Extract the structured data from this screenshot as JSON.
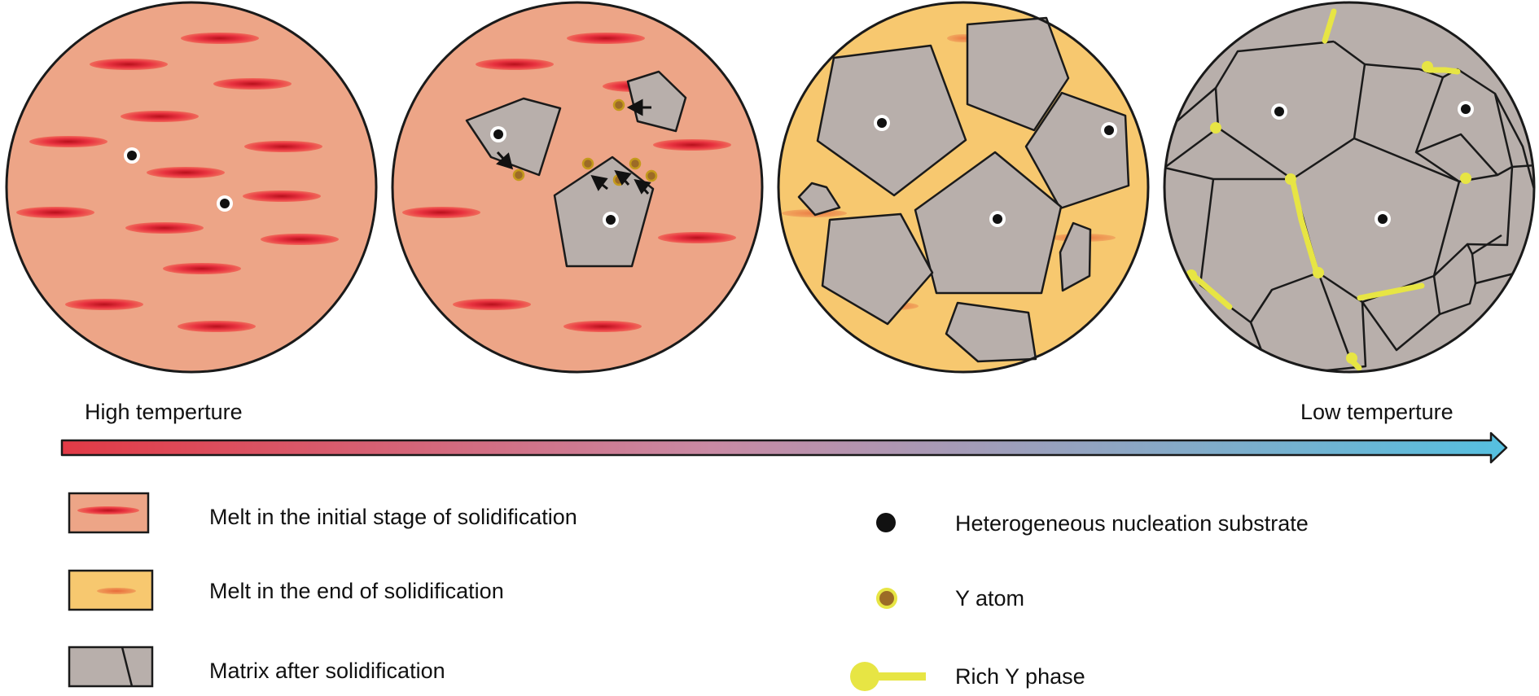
{
  "axis": {
    "start_label": "High temperture",
    "end_label": "Low temperture",
    "gradient_start_color": "#e23a46",
    "gradient_end_color": "#55c0e0"
  },
  "colors": {
    "melt_initial": "#eda587",
    "melt_end": "#f7c86f",
    "melt_streak": "#e8323f",
    "grain": "#b8afab",
    "nucleus": "#111111",
    "y_atom_ring": "#c49a1c",
    "y_atom_core": "#9c6b26",
    "rich_y_phase": "#e7e544"
  },
  "stages": [
    {
      "name": "initial-melt",
      "background": "melt_initial"
    },
    {
      "name": "nucleation-and-growth",
      "background": "melt_initial"
    },
    {
      "name": "end-of-solidification",
      "background": "melt_end"
    },
    {
      "name": "fully-solidified",
      "background": "grain"
    }
  ],
  "legend": [
    {
      "icon": "melt-initial-swatch",
      "label": "Melt in the initial stage of solidification"
    },
    {
      "icon": "melt-end-swatch",
      "label": "Melt in the end of solidification"
    },
    {
      "icon": "matrix-swatch",
      "label": "Matrix after solidification"
    },
    {
      "icon": "nucleation-substrate-icon",
      "label": "Heterogeneous nucleation substrate"
    },
    {
      "icon": "y-atom-icon",
      "label": "Y atom"
    },
    {
      "icon": "rich-y-phase-icon",
      "label": "Rich Y phase"
    }
  ]
}
